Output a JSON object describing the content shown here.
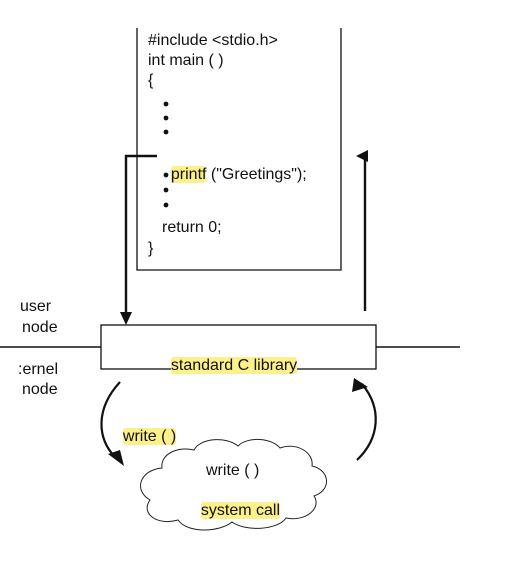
{
  "code": {
    "include": "#include <stdio.h>",
    "main_sig": "int main ( )",
    "open_brace": "{",
    "printf_fn": "printf",
    "printf_args": " (\"Greetings\");",
    "return_stmt": "return 0;",
    "close_brace": "}"
  },
  "labels": {
    "user_mode_1": "user",
    "user_mode_2": "node",
    "kernel_mode_1": ":ernel",
    "kernel_mode_2": "node",
    "library": "standard C library",
    "write_call": "write ( )",
    "syscall_line1": "write ( )",
    "syscall_line2": "system call"
  },
  "colors": {
    "highlight": "#fbf08a",
    "stroke": "#111111"
  }
}
